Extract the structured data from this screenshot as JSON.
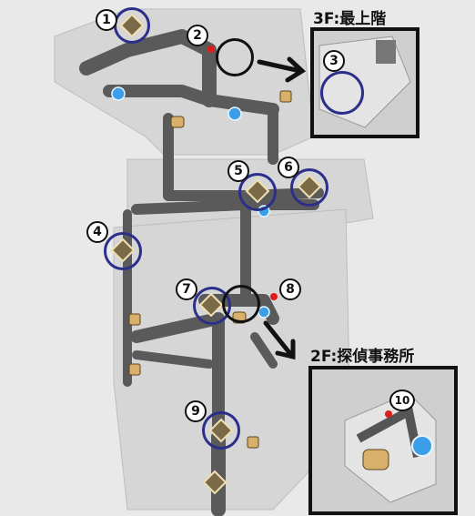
{
  "labels": {
    "floor3": "3F:最上階",
    "floor2": "2F:探偵事務所"
  },
  "markers": [
    "1",
    "2",
    "3",
    "4",
    "5",
    "6",
    "7",
    "8",
    "9",
    "10"
  ],
  "colors": {
    "ring": "#2b2f8a",
    "outline": "#111111",
    "red_dot": "#e01b1b",
    "road": "#5a5a5a",
    "building": "#cfcfcf",
    "background": "#e9e9e9"
  },
  "icons": {
    "waypoint": "diamond-chest-icon",
    "fast_travel": "blue-teleport-icon",
    "npc": "bangboo-face-icon",
    "puzzle": "puzzle-piece-icon"
  }
}
